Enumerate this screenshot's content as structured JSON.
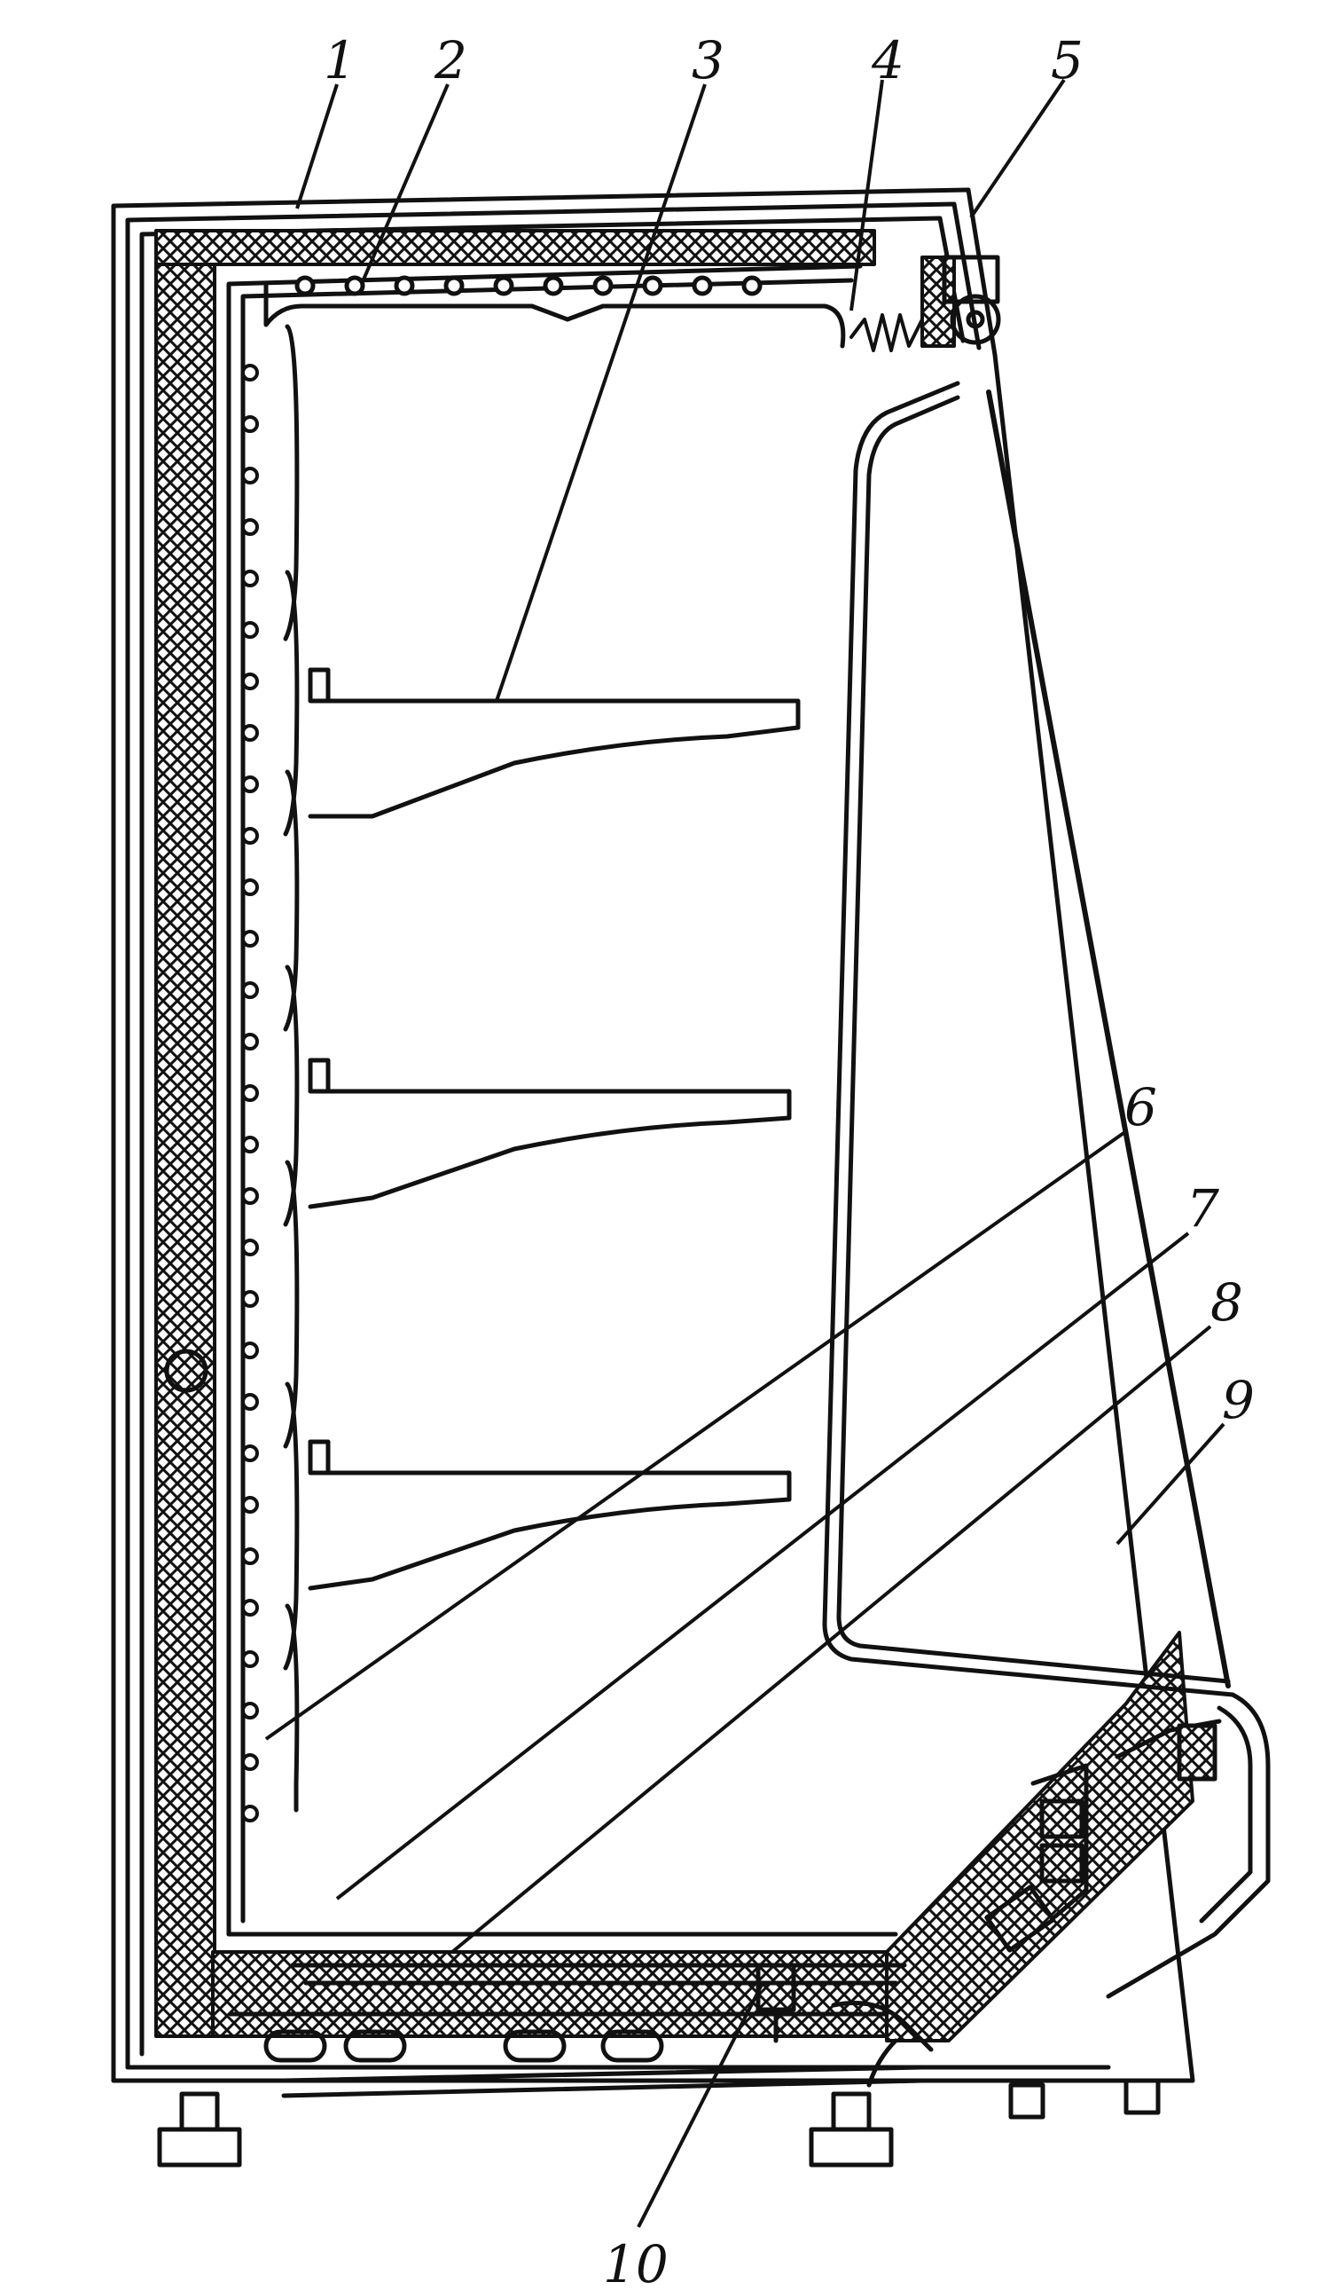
{
  "callouts": [
    {
      "number": "1"
    },
    {
      "number": "2"
    },
    {
      "number": "3"
    },
    {
      "number": "4"
    },
    {
      "number": "5"
    },
    {
      "number": "6"
    },
    {
      "number": "7"
    },
    {
      "number": "8"
    },
    {
      "number": "9"
    },
    {
      "number": "10"
    }
  ],
  "colors": {
    "ink": "#111111",
    "paper": "#ffffff"
  }
}
